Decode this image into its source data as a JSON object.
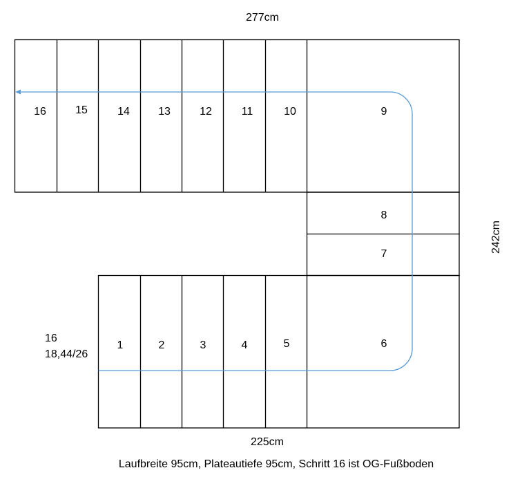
{
  "title_width": "277cm",
  "height_label": "242cm",
  "bottom_width": "225cm",
  "caption": "Laufbreite 95cm, Plateautiefe 95cm, Schritt 16 ist OG-Fußboden",
  "left_note": [
    "16",
    "18,44/26"
  ],
  "steps": [
    "1",
    "2",
    "3",
    "4",
    "5",
    "6",
    "7",
    "8",
    "9",
    "10",
    "11",
    "12",
    "13",
    "14",
    "15",
    "16"
  ],
  "colors": {
    "line": "#000000",
    "path": "#5b9bd5"
  }
}
